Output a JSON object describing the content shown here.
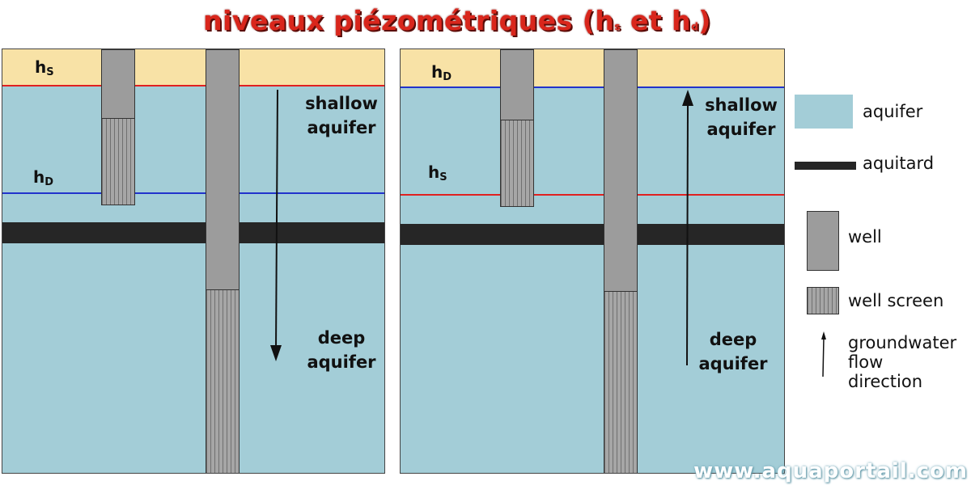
{
  "title": {
    "text": "niveaux piézométriques (h",
    "sub_s": "s",
    "mid": " et h",
    "sub_d": "d",
    "end": ")"
  },
  "left_panel": {
    "label_top_h": "h",
    "label_top_sub": "S",
    "label_mid_h": "h",
    "label_mid_sub": "D",
    "shallow_line1": "shallow",
    "shallow_line2": "aquifer",
    "deep_line1": "deep",
    "deep_line2": "aquifer",
    "flow_direction": "down"
  },
  "right_panel": {
    "label_top_h": "h",
    "label_top_sub": "D",
    "label_mid_h": "h",
    "label_mid_sub": "S",
    "shallow_line1": "shallow",
    "shallow_line2": "aquifer",
    "deep_line1": "deep",
    "deep_line2": "aquifer",
    "flow_direction": "up"
  },
  "legend": {
    "aquifer": "aquifer",
    "aquitard": "aquitard",
    "well": "well",
    "well_screen": "well screen",
    "flow_line1": "groundwater",
    "flow_line2": "flow",
    "flow_line3": "direction"
  },
  "colors": {
    "aquifer": "#a3cdd7",
    "land": "#f8e2a6",
    "aquitard": "#262626",
    "well": "#9c9c9c",
    "hs_line": "#e02020",
    "hd_line": "#2233cc",
    "title": "#d9261c"
  },
  "watermark": "www.aquaportail.com"
}
